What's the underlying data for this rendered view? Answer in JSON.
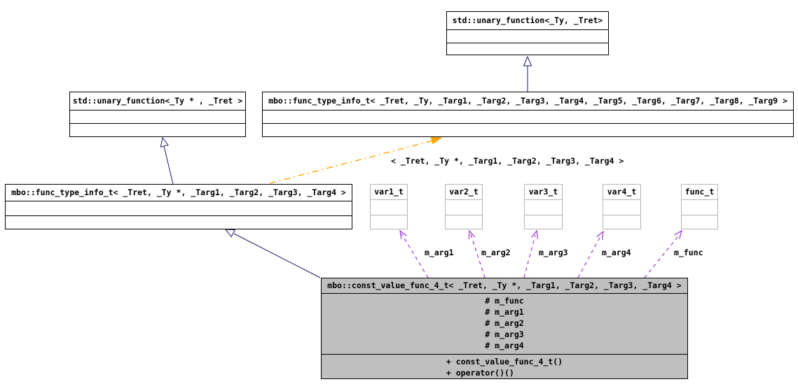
{
  "diagram": {
    "nodes": {
      "unary_function_ty": {
        "title": "std::unary_function<_Ty, _Tret>"
      },
      "unary_function_typtr": {
        "title": "std::unary_function<_Ty * , _Tret >"
      },
      "func_type_info_11": {
        "title": "mbo::func_type_info_t< _Tret, _Ty, _Targ1, _Targ2, _Targ3, _Targ4, _Targ5, _Targ6, _Targ7, _Targ8, _Targ9 >"
      },
      "func_type_info_6": {
        "title": "mbo::func_type_info_t< _Tret, _Ty *, _Targ1, _Targ2, _Targ3, _Targ4 >"
      },
      "var1": {
        "title": "var1_t"
      },
      "var2": {
        "title": "var2_t"
      },
      "var3": {
        "title": "var3_t"
      },
      "var4": {
        "title": "var4_t"
      },
      "func": {
        "title": "func_t"
      },
      "const_value_func": {
        "title": "mbo::const_value_func_4_t< _Tret, _Ty *, _Targ1, _Targ2, _Targ3, _Targ4 >",
        "attrs": [
          "# m_func",
          "# m_arg1",
          "# m_arg2",
          "# m_arg3",
          "# m_arg4"
        ],
        "methods": [
          "+ const_value_func_4_t()",
          "+ operator()()"
        ]
      }
    },
    "edge_labels": {
      "template_args": "< _Tret, _Ty *, _Targ1, _Targ2, _Targ3, _Targ4 >",
      "m_arg1": "m_arg1",
      "m_arg2": "m_arg2",
      "m_arg3": "m_arg3",
      "m_arg4": "m_arg4",
      "m_func": "m_func"
    },
    "colors": {
      "inheritance": "#191970",
      "usage": "#9a32cd",
      "template_instance": "#ffa500",
      "highlight_fill": "#bfbfbf",
      "undocumented_border": "#b5b5b5"
    }
  }
}
